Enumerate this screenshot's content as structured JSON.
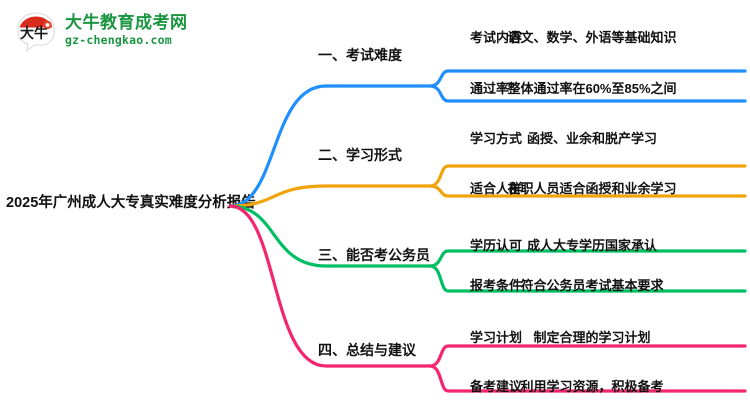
{
  "logo": {
    "name": "大牛教育成考网",
    "url": "gz-chengkao.com",
    "mark_text": "大牛",
    "brand_green": "#1a9641",
    "brand_red": "#d92b1c"
  },
  "center": {
    "title": "2025年广州成人大专真实难度分析报告"
  },
  "branches": [
    {
      "label": "一、考试难度",
      "color": "#1f8fff",
      "leaves": [
        {
          "key": "考试内容",
          "value": "语文、数学、外语等基础知识"
        },
        {
          "key": "通过率",
          "value": "整体通过率在60%至85%之间"
        }
      ]
    },
    {
      "label": "二、学习形式",
      "color": "#f0a30a",
      "leaves": [
        {
          "key": "学习方式",
          "value": "函授、业余和脱产学习"
        },
        {
          "key": "适合人群",
          "value": "在职人员适合函授和业余学习"
        }
      ]
    },
    {
      "label": "三、能否考公务员",
      "color": "#00bf63",
      "leaves": [
        {
          "key": "学历认可",
          "value": "成人大专学历国家承认"
        },
        {
          "key": "报考条件",
          "value": "符合公务员考试基本要求"
        }
      ]
    },
    {
      "label": "四、总结与建议",
      "color": "#f4246e",
      "leaves": [
        {
          "key": "学习计划",
          "value": "制定合理的学习计划"
        },
        {
          "key": "备考建议",
          "value": "利用学习资源，积极备考"
        }
      ]
    }
  ]
}
